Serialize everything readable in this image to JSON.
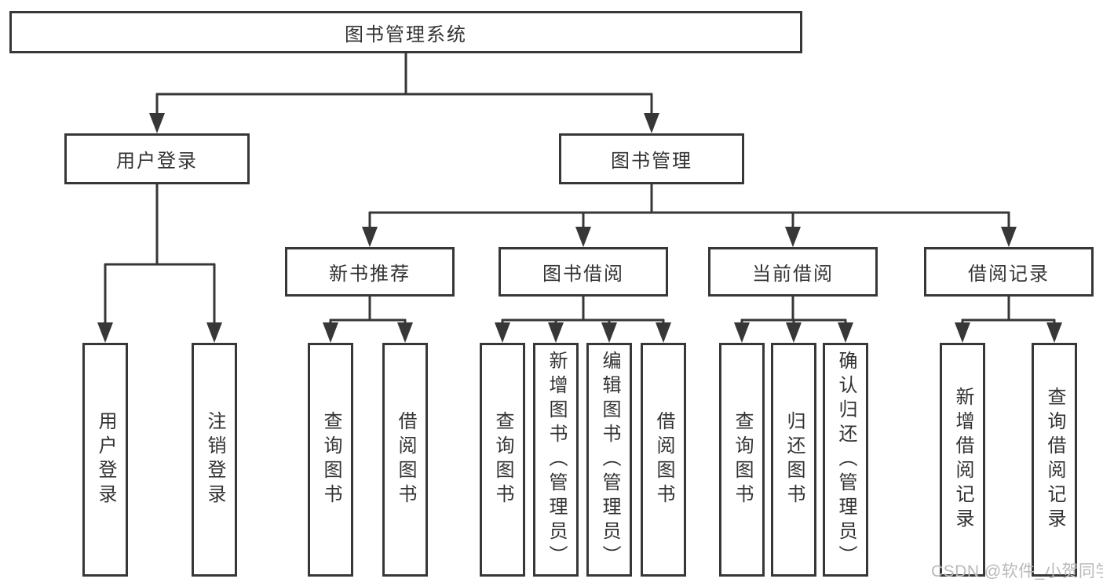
{
  "diagram": {
    "root": {
      "label": "图书管理系统"
    },
    "level2": [
      {
        "label": "用户登录",
        "children": [
          {
            "label": "用户登录"
          },
          {
            "label": "注销登录"
          }
        ]
      },
      {
        "label": "图书管理",
        "children": [
          {
            "label": "新书推荐",
            "children": [
              {
                "label": "查询图书"
              },
              {
                "label": "借阅图书"
              }
            ]
          },
          {
            "label": "图书借阅",
            "children": [
              {
                "label": "查询图书"
              },
              {
                "label": "新增图书（管理员）"
              },
              {
                "label": "编辑图书（管理员）"
              },
              {
                "label": "借阅图书"
              }
            ]
          },
          {
            "label": "当前借阅",
            "children": [
              {
                "label": "查询图书"
              },
              {
                "label": "归还图书"
              },
              {
                "label": "确认归还（管理员）"
              }
            ]
          },
          {
            "label": "借阅记录",
            "children": [
              {
                "label": "新增借阅记录"
              },
              {
                "label": "查询借阅记录"
              }
            ]
          }
        ]
      }
    ]
  },
  "watermark": {
    "text": "CSDN @软件_小贺同学"
  },
  "colors": {
    "line": "#373737",
    "text": "#333333",
    "background": "#ffffff",
    "watermark": "#b9b9b9"
  }
}
